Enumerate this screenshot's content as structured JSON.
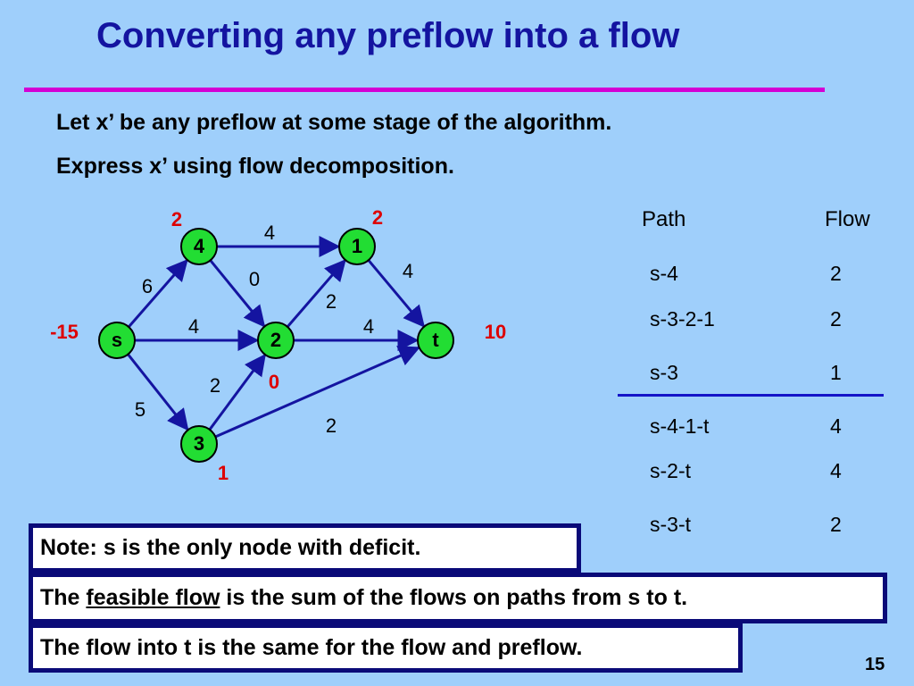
{
  "slide": {
    "title": "Converting any preflow into a flow",
    "intro_lines": [
      "Let x’ be any preflow at some stage of the algorithm.",
      "Express x’ using flow decomposition."
    ],
    "page_number": "15"
  },
  "graph": {
    "node_fill": "#22dd33",
    "edge_color": "#1414a0",
    "label_red": "#dd0000",
    "nodes": [
      {
        "id": "s",
        "label": "s",
        "excess": "-15"
      },
      {
        "id": "4",
        "label": "4",
        "excess": "2"
      },
      {
        "id": "1",
        "label": "1",
        "excess": "2"
      },
      {
        "id": "2",
        "label": "2",
        "excess": "0"
      },
      {
        "id": "3",
        "label": "3",
        "excess": "1"
      },
      {
        "id": "t",
        "label": "t",
        "excess": "10"
      }
    ],
    "edges": [
      {
        "from": "s",
        "to": "4",
        "flow": "6"
      },
      {
        "from": "s",
        "to": "2",
        "flow": "4"
      },
      {
        "from": "s",
        "to": "3",
        "flow": "5"
      },
      {
        "from": "4",
        "to": "1",
        "flow": "4"
      },
      {
        "from": "4",
        "to": "2",
        "flow": "0"
      },
      {
        "from": "2",
        "to": "1",
        "flow": "2"
      },
      {
        "from": "1",
        "to": "t",
        "flow": "4"
      },
      {
        "from": "2",
        "to": "t",
        "flow": "4"
      },
      {
        "from": "3",
        "to": "2",
        "flow": "2"
      },
      {
        "from": "3",
        "to": "t",
        "flow": "2"
      }
    ]
  },
  "paths_table": {
    "header_path": "Path",
    "header_flow": "Flow",
    "rows_above": [
      {
        "path": "s-4",
        "flow": "2"
      },
      {
        "path": "s-3-2-1",
        "flow": "2"
      },
      {
        "path": "s-3",
        "flow": "1"
      }
    ],
    "rows_below": [
      {
        "path": "s-4-1-t",
        "flow": "4"
      },
      {
        "path": "s-2-t",
        "flow": "4"
      },
      {
        "path": "s-3-t",
        "flow": "2"
      }
    ]
  },
  "notes": {
    "note1": "Note:  s is the only node with deficit.",
    "note2_pre": "The ",
    "note2_term": "feasible flow",
    "note2_post": " is the sum of the flows on paths from s to t.",
    "note3": "The flow into t is the same for the flow and preflow."
  }
}
